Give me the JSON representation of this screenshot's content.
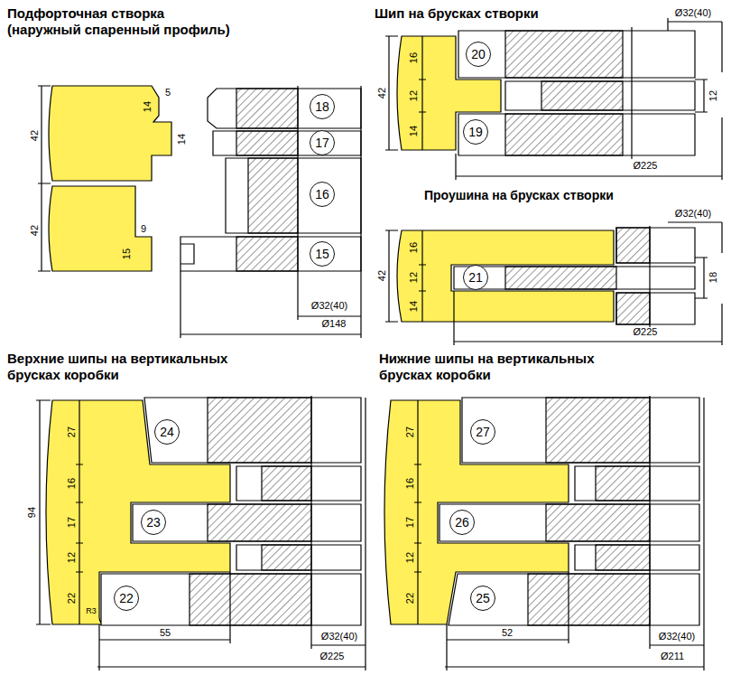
{
  "diagram": {
    "nodes": [
      {
        "text": [
          "18"
        ]
      },
      {
        "text": [
          "17"
        ]
      },
      {
        "text": [
          "16"
        ]
      },
      {
        "text": [
          "15"
        ]
      },
      {
        "text": [
          "20"
        ]
      },
      {
        "text": [
          "19"
        ]
      },
      {
        "text": [
          "21"
        ]
      },
      {
        "text": [
          "24"
        ]
      },
      {
        "text": [
          "23"
        ]
      },
      {
        "text": [
          "22"
        ]
      },
      {
        "text": [
          "27"
        ]
      },
      {
        "text": [
          "26"
        ]
      },
      {
        "text": [
          "25"
        ]
      }
    ],
    "labels": [
      "Подфорточная створка (наружный спаренный профиль)",
      "42",
      "14",
      "5",
      "14",
      "42",
      "9",
      "15",
      "Ø32(40)",
      "Ø148",
      "Шип на брусках створки",
      "Ø32(40)",
      "42",
      "16",
      "12",
      "14",
      "12",
      "Ø225",
      "Проушина на брусках створки",
      "Ø32(40)",
      "42",
      "16",
      "12",
      "14",
      "18",
      "Ø225",
      "Верхние шипы на вертикальных брусках коробки",
      "94",
      "27",
      "16",
      "17",
      "12",
      "22",
      "R3",
      "55",
      "Ø32(40)",
      "Ø225",
      "Нижние шипы на вертикальных брусках коробки",
      "27",
      "16",
      "17",
      "12",
      "22",
      "52",
      "Ø32(40)",
      "Ø211"
    ]
  }
}
